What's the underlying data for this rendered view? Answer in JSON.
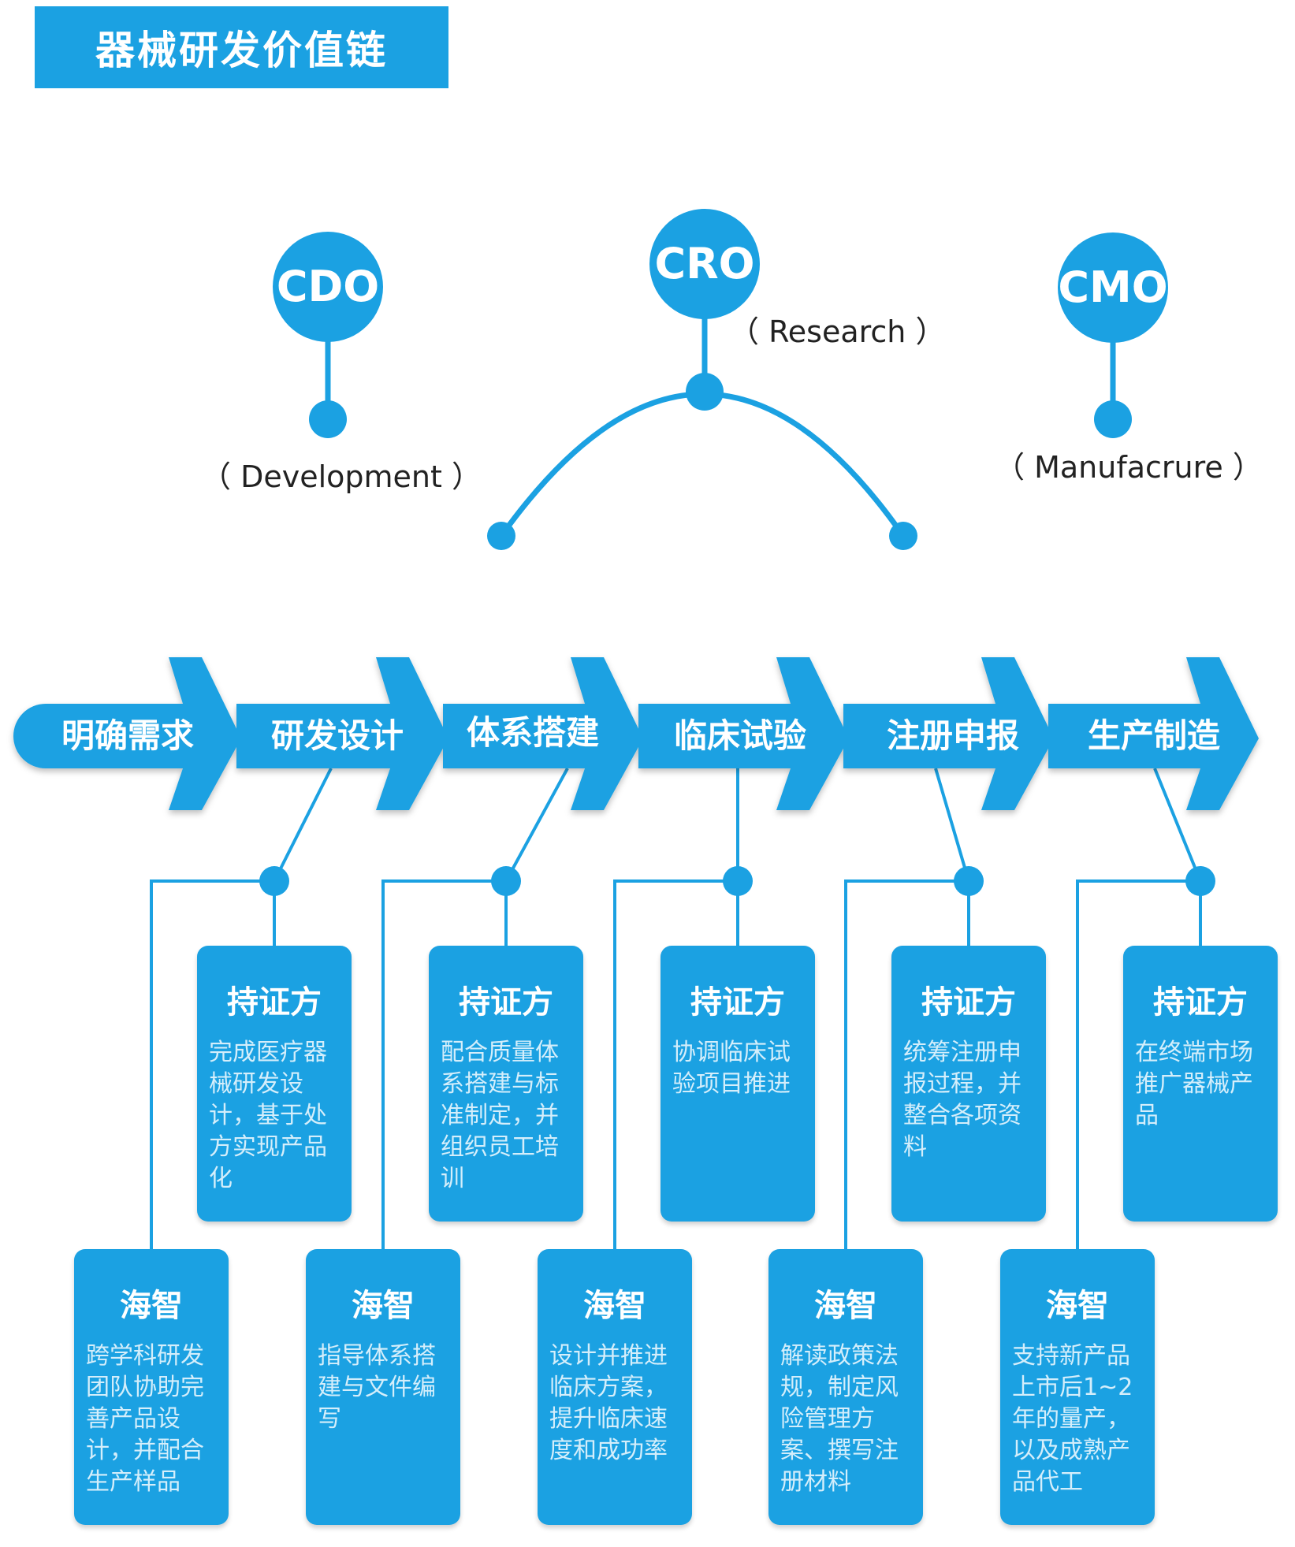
{
  "title": "器械研发价值链",
  "nodes": [
    {
      "label": "CDO",
      "sub": "（ Development ）"
    },
    {
      "label": "CRO",
      "sub": "（ Research ）"
    },
    {
      "label": "CMO",
      "sub": "（ Manufacrure ）"
    }
  ],
  "stages": [
    "明确需求",
    "研发设计",
    "体系搭建",
    "临床试验",
    "注册申报",
    "生产制造"
  ],
  "cards": [
    {
      "certifier": {
        "title": "持证方",
        "body": "完成医疗器械研发设计，基于处方实现产品化"
      },
      "haizhi": {
        "title": "海智",
        "body": "跨学科研发团队协助完善产品设计，并配合生产样品"
      }
    },
    {
      "certifier": {
        "title": "持证方",
        "body": "配合质量体系搭建与标准制定，并组织员工培训"
      },
      "haizhi": {
        "title": "海智",
        "body": "指导体系搭建与文件编写"
      }
    },
    {
      "certifier": {
        "title": "持证方",
        "body": "协调临床试验项目推进"
      },
      "haizhi": {
        "title": "海智",
        "body": "设计并推进临床方案，提升临床速度和成功率"
      }
    },
    {
      "certifier": {
        "title": "持证方",
        "body": "统筹注册申报过程，并整合各项资料"
      },
      "haizhi": {
        "title": "海智",
        "body": "解读政策法规，制定风险管理方案、撰写注册材料"
      }
    },
    {
      "certifier": {
        "title": "持证方",
        "body": "在终端市场推广器械产品"
      },
      "haizhi": {
        "title": "海智",
        "body": "支持新产品上市后1~2年的量产，以及成熟产品代工"
      }
    }
  ],
  "colors": {
    "primary": "#1ba1e2",
    "text": "#222222",
    "card_body": "#d4eefb"
  }
}
